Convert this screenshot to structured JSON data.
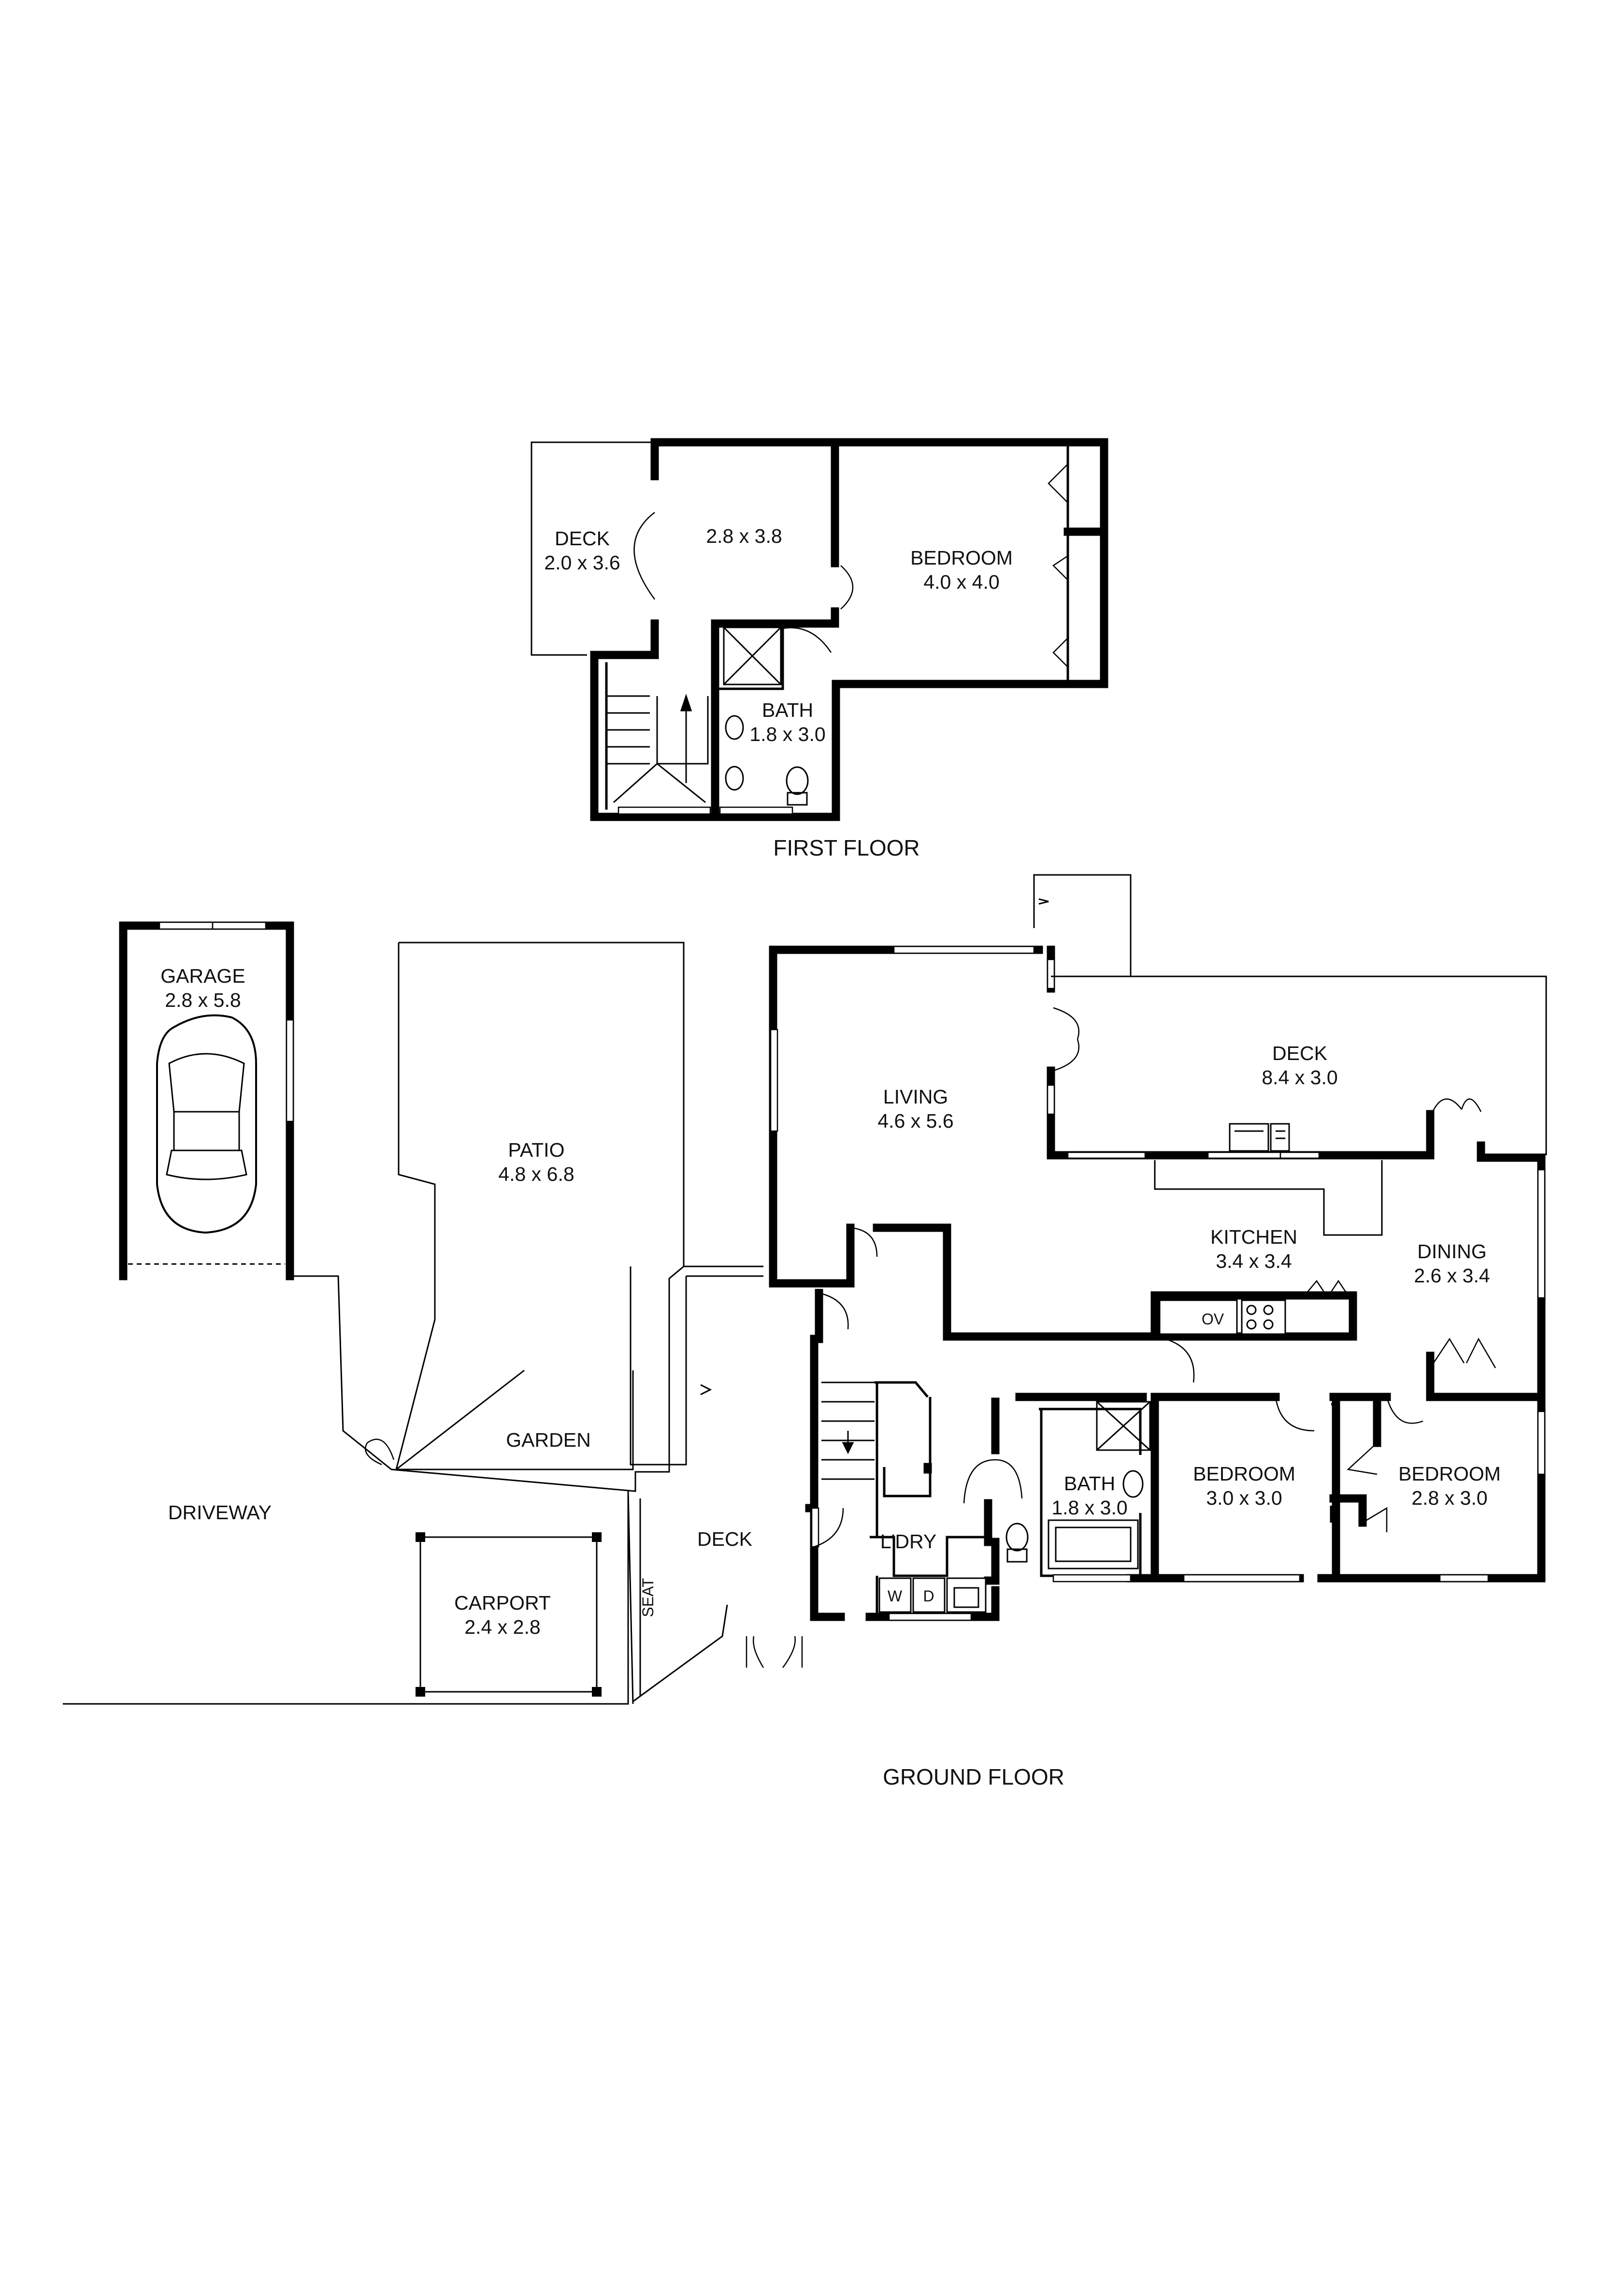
{
  "floors": {
    "first": {
      "title": "FIRST FLOOR"
    },
    "ground": {
      "title": "GROUND FLOOR"
    }
  },
  "rooms": {
    "first_deck": {
      "name": "DECK",
      "size": "2.0 x 3.6"
    },
    "first_room": {
      "name": "",
      "size": "2.8 x 3.8"
    },
    "first_bedroom": {
      "name": "BEDROOM",
      "size": "4.0 x 4.0"
    },
    "first_bath": {
      "name": "BATH",
      "size": "1.8 x 3.0"
    },
    "garage": {
      "name": "GARAGE",
      "size": "2.8 x 5.8"
    },
    "patio": {
      "name": "PATIO",
      "size": "4.8 x 6.8"
    },
    "garden": {
      "name": "GARDEN"
    },
    "driveway": {
      "name": "DRIVEWAY"
    },
    "carport": {
      "name": "CARPORT",
      "size": "2.4 x 2.8"
    },
    "front_deck": {
      "name": "DECK"
    },
    "seat": {
      "name": "SEAT"
    },
    "living": {
      "name": "LIVING",
      "size": "4.6 x 5.6"
    },
    "rear_deck": {
      "name": "DECK",
      "size": "8.4 x 3.0"
    },
    "kitchen": {
      "name": "KITCHEN",
      "size": "3.4 x 3.4"
    },
    "dining": {
      "name": "DINING",
      "size": "2.6 x 3.4"
    },
    "ground_bath": {
      "name": "BATH",
      "size": "1.8 x 3.0"
    },
    "bedroom_2": {
      "name": "BEDROOM",
      "size": "3.0 x 3.0"
    },
    "bedroom_3": {
      "name": "BEDROOM",
      "size": "2.8 x 3.0"
    },
    "laundry": {
      "name": "L'DRY"
    }
  },
  "fixtures": {
    "oven": "OV",
    "washer": "W",
    "dryer": "D"
  }
}
